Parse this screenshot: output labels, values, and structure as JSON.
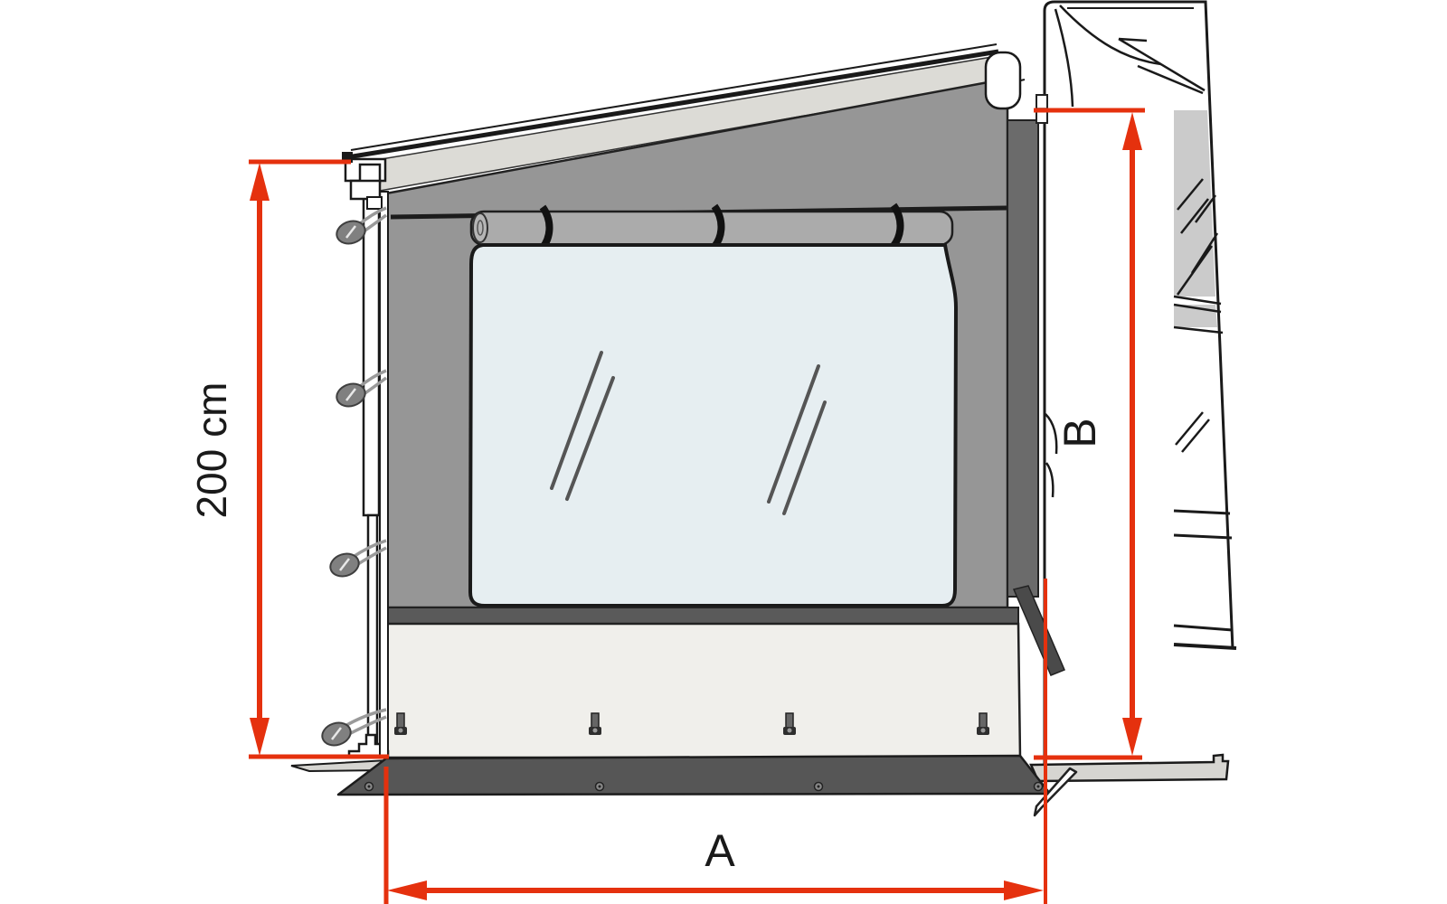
{
  "diagram": {
    "title": "Awning side panel dimension diagram",
    "labels": {
      "height_left": "200 cm",
      "height_right": "B",
      "width_bottom": "A"
    },
    "colors": {
      "dimension": "#e5310e",
      "outline": "#1a1a1a",
      "panel_gray": "#969696",
      "panel_top_band": "#dcdbd6",
      "roller_gray": "#ababab",
      "window_glass": "#e6eef1",
      "dark_band": "#5a5a5a",
      "skirt_dark": "#565656",
      "beige_panel": "#f0efeb",
      "right_strip": "#6b6b6b",
      "leg_dark": "#4a4a4a",
      "vehicle_window": "#cbcbcb",
      "ground_board": "#d6d5d1",
      "toggle_gray": "#808080",
      "cord_gray": "#9a9a9a",
      "reflection": "#555555"
    }
  }
}
